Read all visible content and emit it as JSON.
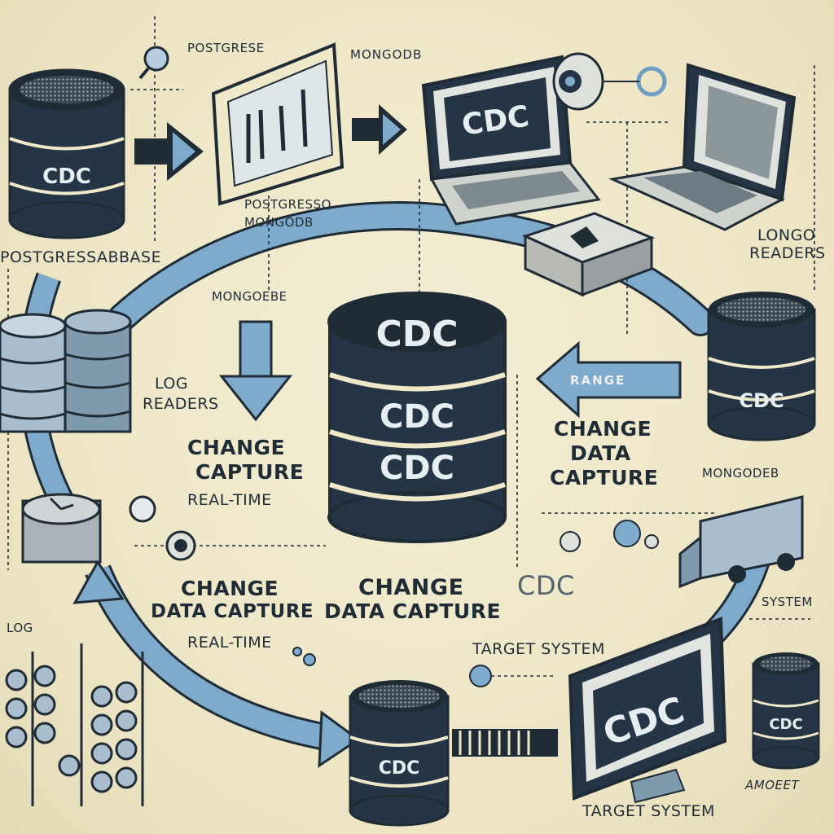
{
  "labels": {
    "postgrese": "POSTGRESE",
    "mongodb_top": "MONGODB",
    "postgressq": "POSTGRESSQ",
    "monocodb": "MONGODB",
    "postgressabbase": "POSTGRESSABBASE",
    "longo": "LONGO",
    "readers_right": "READERS",
    "mongoebe": "MONGOEBE",
    "log_readers_line1": "LOG",
    "log_readers_line2": "READERS",
    "change_capture_line1": "CHANGE",
    "change_capture_line2": "CAPTURE",
    "real_time_mid": "REAL-TIME",
    "range": "RANGE",
    "cdc_right_line1": "CHANGE",
    "cdc_right_line2": "DATA",
    "cdc_right_line3": "CAPTURE",
    "mongodeb": "MONGODEB",
    "change_left_line1": "CHANGE",
    "change_left_line2": "DATA CAPTURE",
    "change_center_line1": "CHANGE",
    "change_center_line2": "DATA CAPTURE",
    "real_time_low": "REAL-TIME",
    "log_left": "LOG",
    "cdc_float": "CDC",
    "system_right": "SYSTEM",
    "target_system_mid": "TARGET SYSTEM",
    "target_system_bottom": "TARGET SYSTEM",
    "amoeet": "AMOEET"
  },
  "cdc_text": "CDC",
  "colors": {
    "ink": "#1f2b35",
    "navy": "#253545",
    "steel": "#6f9fc4",
    "steel_light": "#a9c6dc",
    "paper": "#efe8c9"
  }
}
